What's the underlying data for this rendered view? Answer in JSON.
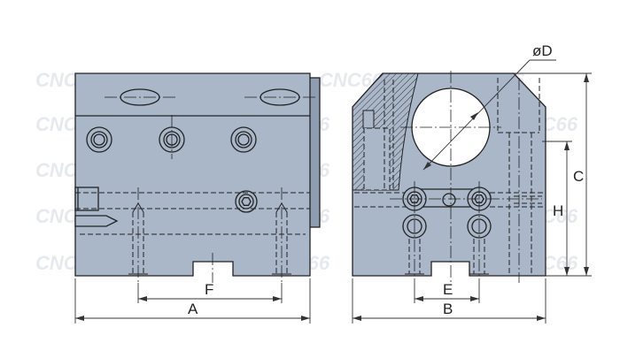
{
  "watermark": {
    "text": "CNC66"
  },
  "colors": {
    "body": "#a9b7c9",
    "body_dark": "#8e9db2",
    "outline": "#222222",
    "watermark": "#e6e9ee"
  },
  "dimensions": {
    "A": "A",
    "B": "B",
    "C": "C",
    "D": "øD",
    "E": "E",
    "F": "F",
    "H": "H"
  }
}
